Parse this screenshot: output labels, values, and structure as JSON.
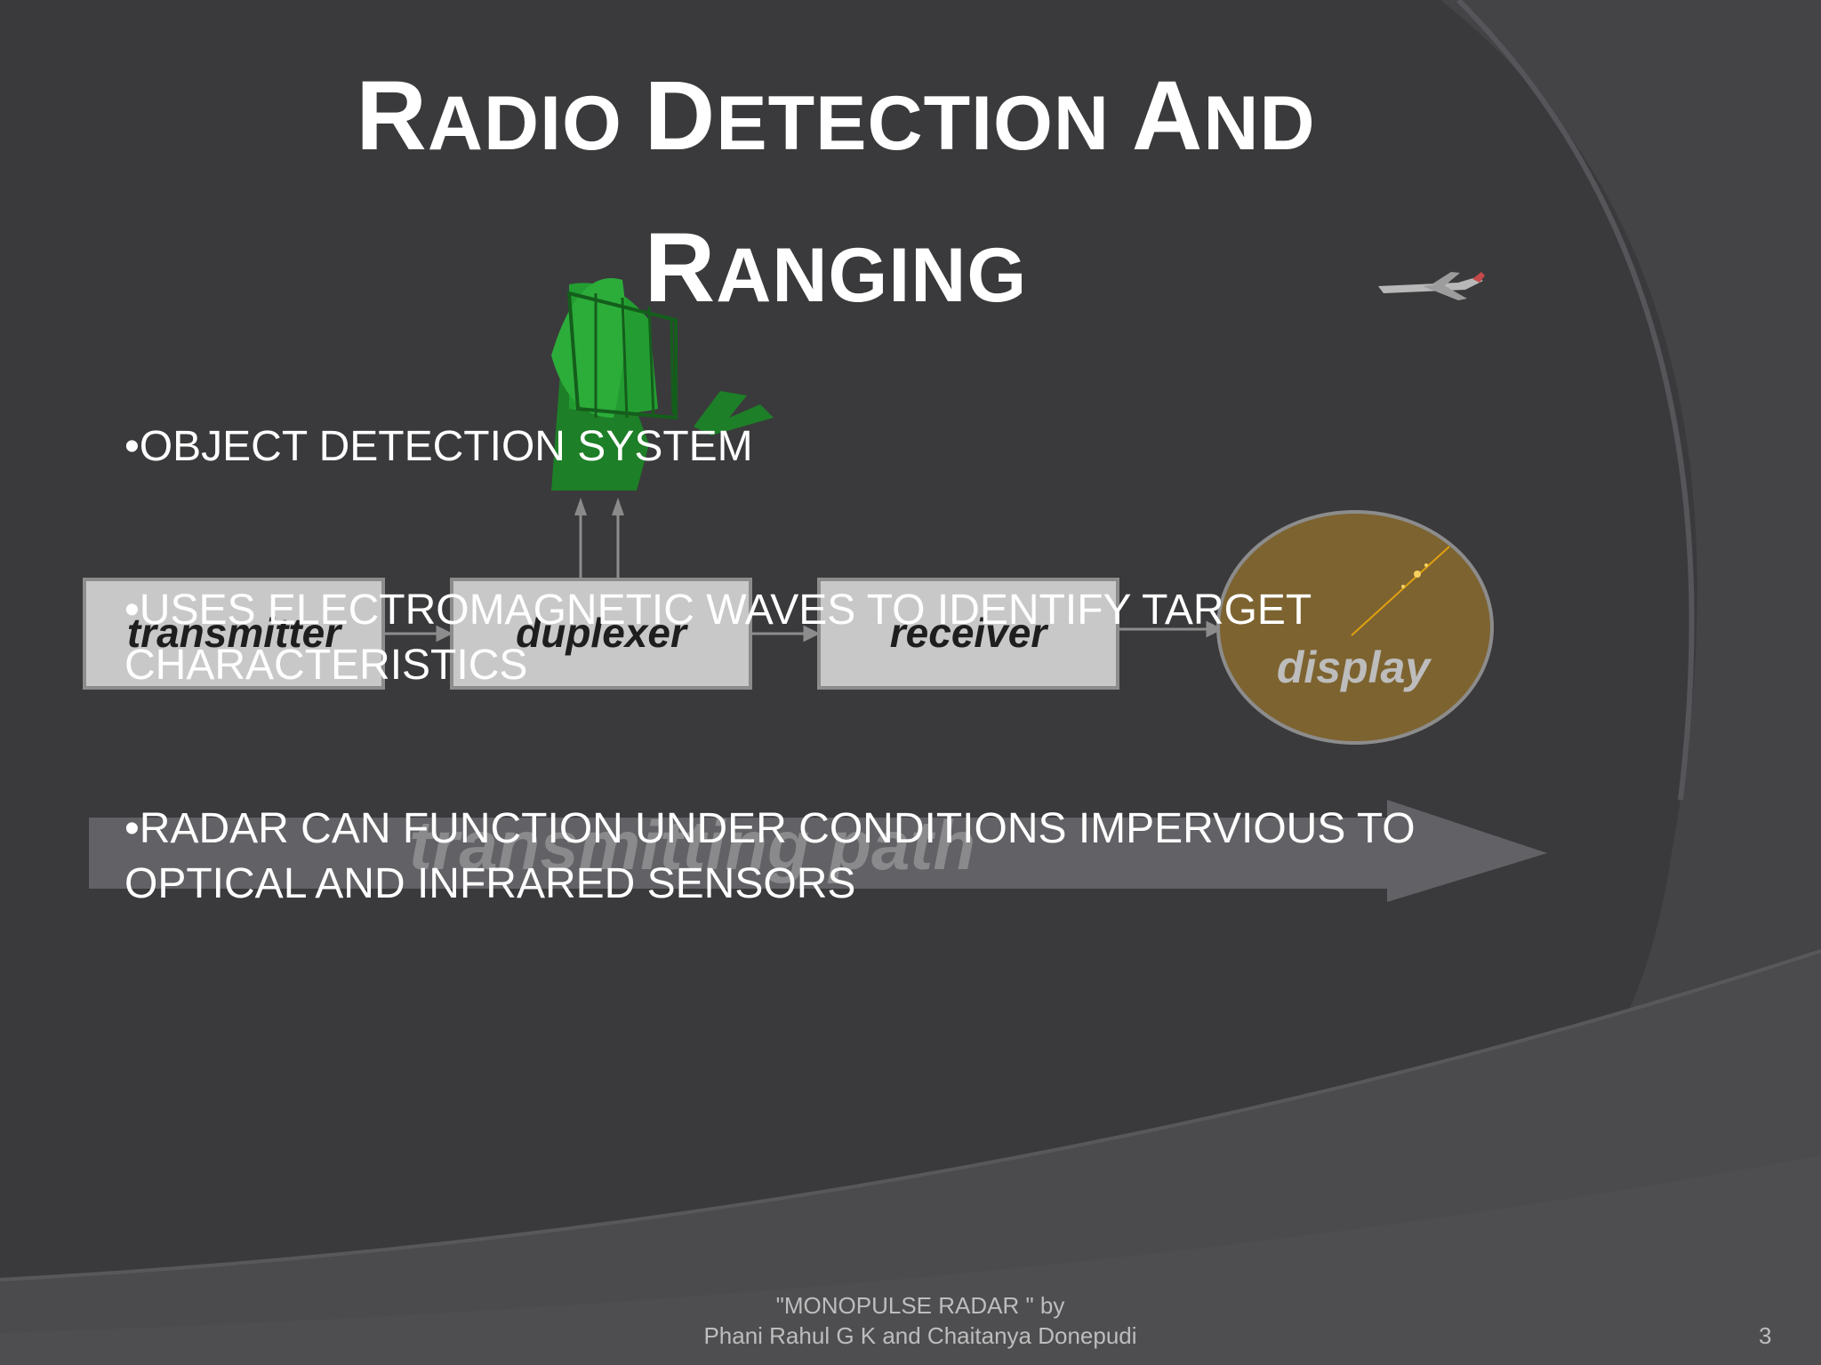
{
  "slide": {
    "title_line1": [
      "R",
      "ADIO ",
      "D",
      "ETECTION ",
      "A",
      "ND"
    ],
    "title_line2": [
      "R",
      "ANGING"
    ],
    "bullets": [
      "•OBJECT DETECTION SYSTEM",
      "•USES ELECTROMAGNETIC WAVES TO IDENTIFY TARGET",
      "CHARACTERISTICS",
      "•RADAR CAN FUNCTION UNDER CONDITIONS IMPERVIOUS  TO",
      "OPTICAL AND INFRARED SENSORS"
    ],
    "footer_line1": "\"MONOPULSE RADAR \" by",
    "footer_line2": "Phani Rahul G K and Chaitanya Donepudi",
    "page_number": "3"
  },
  "diagram": {
    "blocks": [
      "transmitter",
      "duplexer",
      "receiver"
    ],
    "display_label": "display",
    "path_label": "transmitting path"
  },
  "colors": {
    "background": "#3a3a3c",
    "arc_light": "#4a4a4d",
    "block_fill": "#c8c8c8",
    "display_fill": "#7d6330",
    "antenna": "#1f8a2a"
  }
}
